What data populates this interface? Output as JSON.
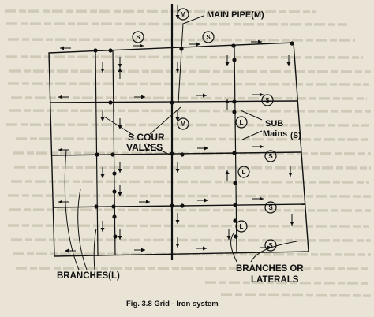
{
  "labels": {
    "main_pipe": "MAIN PIPE(M)",
    "scour_valves_1": "S COUR",
    "scour_valves_2": "VALVES",
    "sub_mains_1": "SUB",
    "sub_mains_2": "Mains",
    "sub_mains_3": "(S)",
    "branches_l": "BRANCHES(L)",
    "branches_or_1": "BRANCHES OR",
    "branches_or_2": "LATERALS"
  },
  "markers": {
    "m": "M",
    "s": "S",
    "l": "L"
  },
  "caption": "Fig. 3.8 Grid - Iron system",
  "colors": {
    "ink": "#111111",
    "paper": "#e9e4d6"
  }
}
